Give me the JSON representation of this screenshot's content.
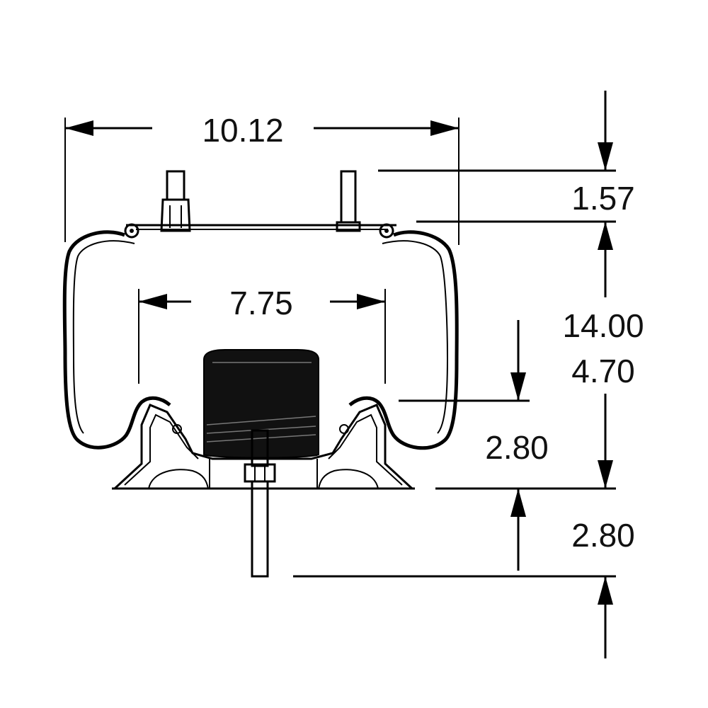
{
  "dimensions": {
    "overall_width": "10.12",
    "top_stud_height": "1.57",
    "overall_height": "14.00",
    "piston_height": "4.70",
    "inner_width": "7.75",
    "base_height": "2.80",
    "bottom_stud_length": "2.80"
  },
  "colors": {
    "line": "#000000",
    "bumper_fill": "#111111",
    "background": "#ffffff"
  }
}
